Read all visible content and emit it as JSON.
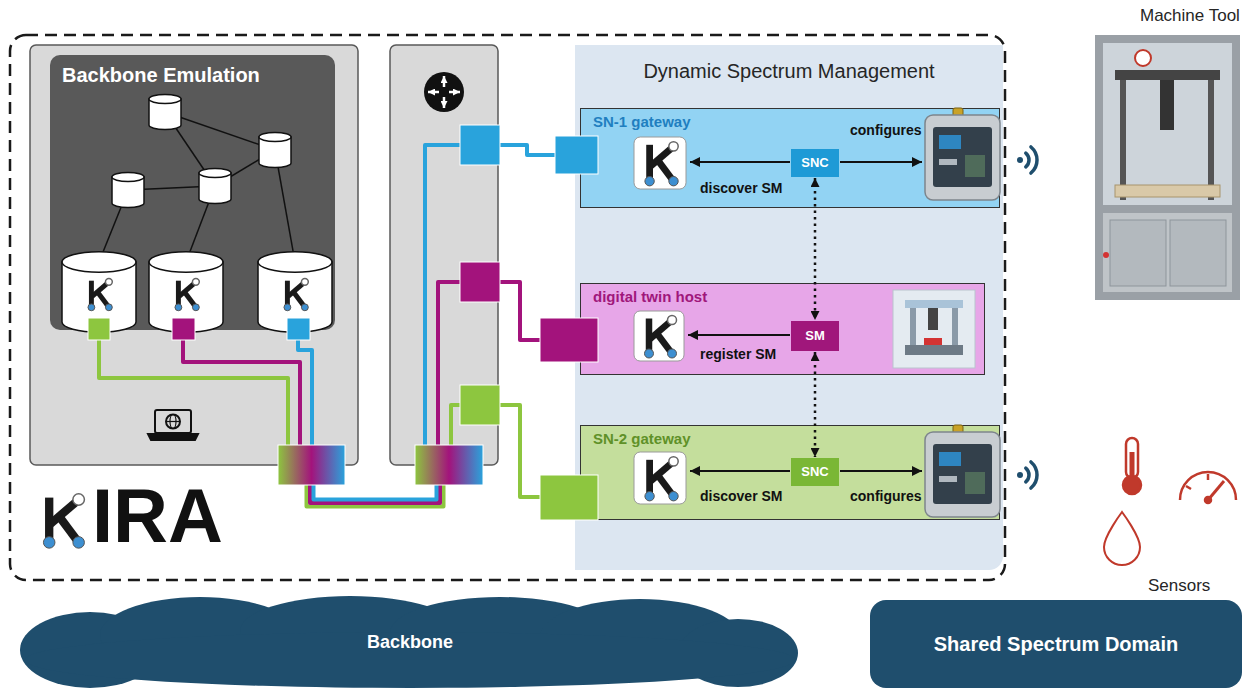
{
  "diagram": {
    "nodes": [
      {
        "text": [
          "Backbone Emulation"
        ]
      },
      {
        "text": [
          "Dynamic Spectrum Management"
        ]
      },
      {
        "text": [
          "SN-1 gateway"
        ],
        "in": 1
      },
      {
        "text": [
          "SNC"
        ],
        "in": 2
      },
      {
        "text": [
          "digital twin host"
        ],
        "in": 1
      },
      {
        "text": [
          "SM"
        ],
        "in": 4
      },
      {
        "text": [
          "SN-2 gateway"
        ],
        "in": 1
      },
      {
        "text": [
          "SNC"
        ],
        "in": 6
      },
      {
        "text": [
          "Backbone"
        ]
      },
      {
        "text": [
          "Shared Spectrum Domain"
        ]
      }
    ],
    "edges": [
      {
        "from": 3,
        "to": 5,
        "arrow": "both"
      },
      {
        "from": 5,
        "to": 7,
        "arrow": "both"
      }
    ],
    "labels": [
      "Machine Tool",
      "configures",
      "discover SM",
      "register SM",
      "discover SM",
      "configures",
      "IRA",
      "Sensors"
    ]
  }
}
